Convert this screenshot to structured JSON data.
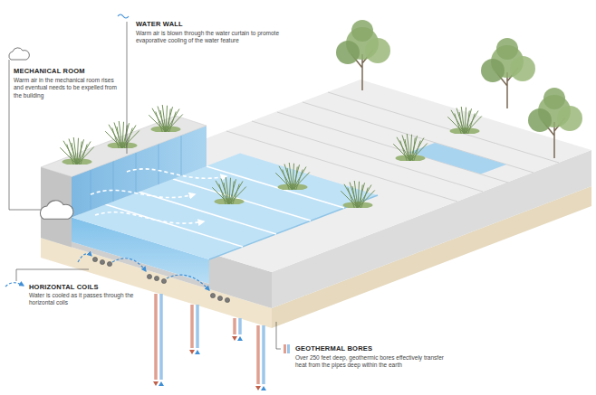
{
  "diagram": {
    "labels": [
      "MECHANICAL ROOM",
      "Warm air in the mechanical room rises and eventual needs to be expelled from the building",
      "WATER WALL",
      "Warm air is blown through the water curtain to promote evaporative cooling of the water feature",
      "HORIZONTAL COILS",
      "Water is cooled as it passes through the horizontal coils",
      "GEOTHERMAL BORES",
      "Over 250 feet deep, geothermic bores effectively transfer heat from the pipes deep within the earth"
    ]
  }
}
